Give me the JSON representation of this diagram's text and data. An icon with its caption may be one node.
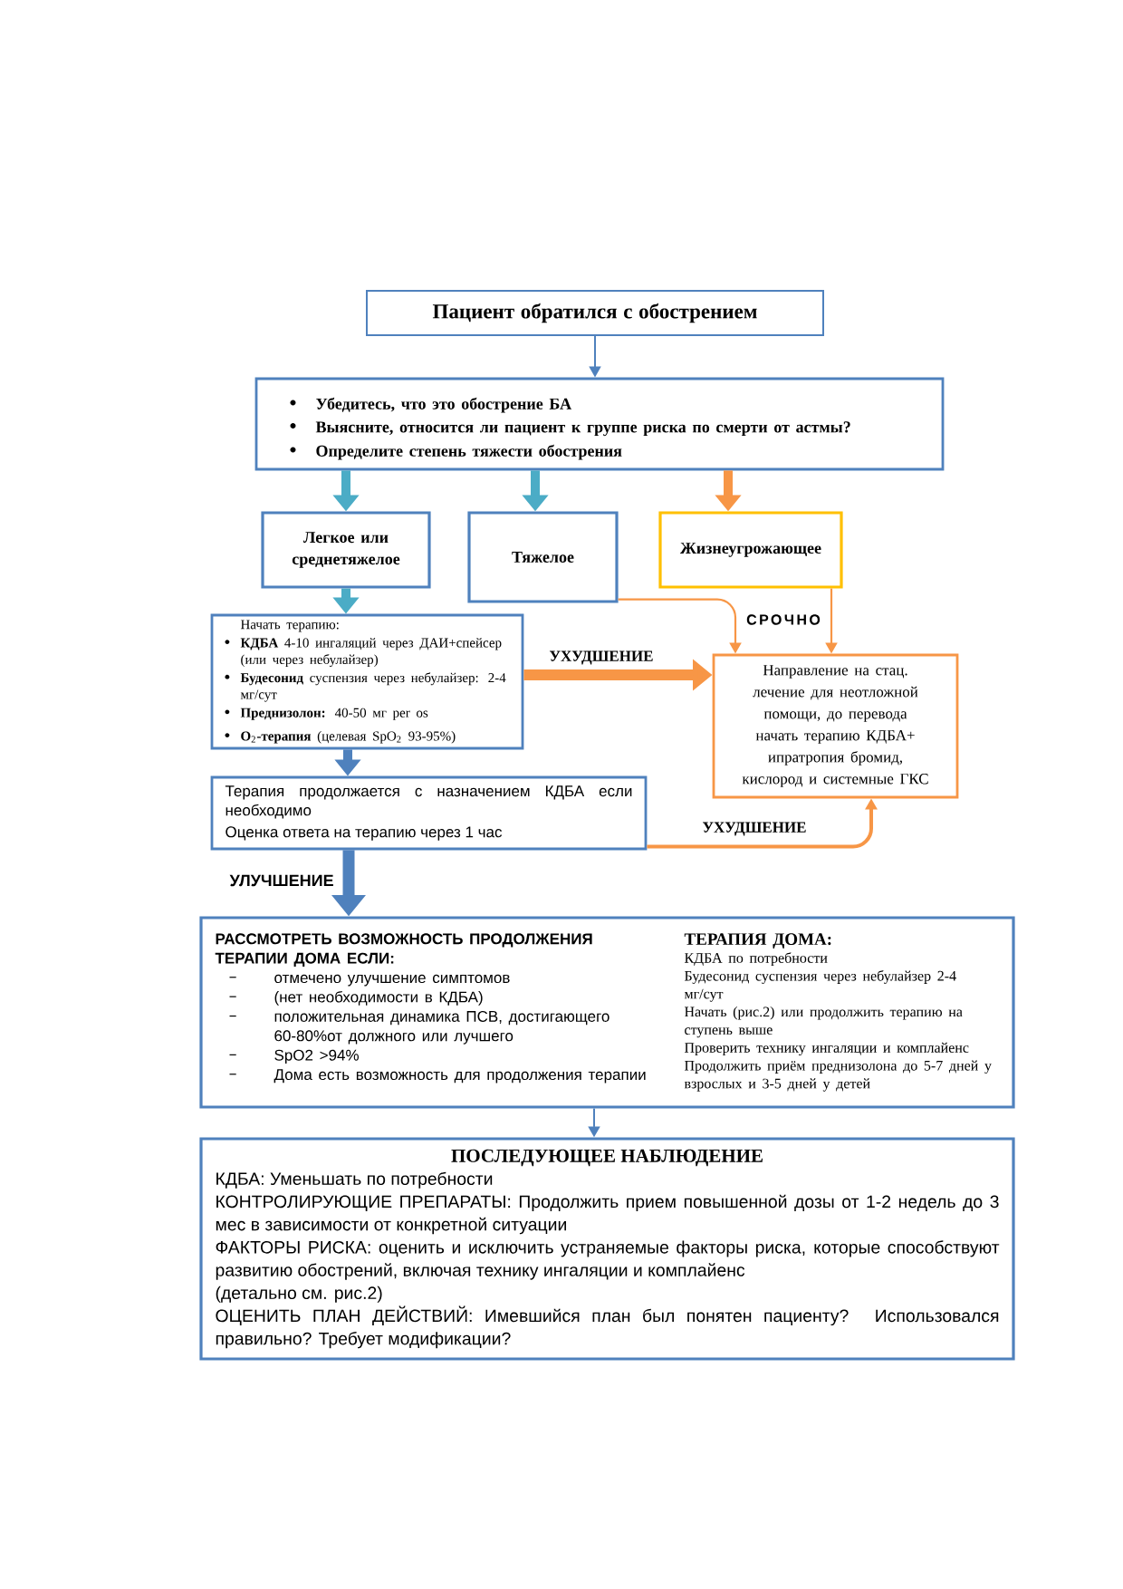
{
  "diagram": {
    "nodes": [
      {
        "text": [
          "Пациент обратился с обострением"
        ]
      },
      {
        "text": [
          "Убедитесь, что это обострение БА",
          "Выясните, относится ли пациент к группе риска по смерти от астмы?",
          "Определите степень тяжести обострения"
        ]
      },
      {
        "text": [
          "Легкое или среднетяжелое"
        ]
      },
      {
        "text": [
          "Тяжелое"
        ]
      },
      {
        "text": [
          "Жизнеугрожающее"
        ]
      },
      {
        "text": [
          "Начать терапию:",
          "**КДБА** 4-10 ингаляций через ДАИ+спейсер (или через небулайзер)",
          "**Будесонид** суспензия через небулайзер: 2-4 мг/сут",
          "**Преднизолон:** 40-50 мг per os",
          "**O**$_{2}$**-терапия** (целевая SpO$_{2}$ 93-95%)"
        ]
      },
      {
        "text": [
          "Направление на стац. лечение для неотложной помощи, до перевода начать терапию КДБА+ ипратропия бромид, кислород и системные ГКС"
        ]
      },
      {
        "text": [
          "Терапия продолжается с назначением КДБА если необходимо",
          "Оценка ответа на терапию через 1 час"
        ]
      },
      {
        "text": [
          "РАССМОТРЕТЬ ВОЗМОЖНОСТЬ ПРОДОЛЖЕНИЯ ТЕРАПИИ ДОМА ЕСЛИ:",
          "отмечено улучшение симптомов",
          "(нет необходимости в КДБА)",
          "положительная динамика ПСВ, достигающего 60-80%от должного или лучшего",
          "SpO2 >94%",
          "Дома есть возможность для продолжения терапии",
          "ТЕРАПИЯ ДОМА:",
          "КДБА по потребности",
          "Будесонид суспензия через небулайзер 2-4 мг/сут",
          "Начать (рис.2) или продолжить терапию на ступень выше",
          "Проверить технику ингаляции и комплайенс",
          "Продолжить приём преднизолона до 5-7 дней у взрослых и 3-5 дней у детей"
        ]
      },
      {
        "text": [
          "ПОСЛЕДУЮЩЕЕ НАБЛЮДЕНИЕ",
          "КДБА: Уменьшать по потребности",
          "КОНТРОЛИРУЮЩИЕ ПРЕПАРАТЫ: Продолжить прием повышенной дозы от 1-2 недель до 3 мес в зависимости от конкретной ситуации",
          "ФАКТОРЫ РИСКА: оценить и исключить устраняемые факторы риска, которые способствуют развитию обострений, включая технику ингаляции и комплайенс",
          "(детально см. рис.2)",
          "ОЦЕНИТЬ ПЛАН ДЕЙСТВИЙ: Имевшийся план был понятен пациенту? Использовался правильно? Требует модификации?"
        ]
      }
    ],
    "edges": [
      {
        "from": 0,
        "to": 1,
        "arrow": "to",
        "color": "#4f81bd"
      },
      {
        "from": 1,
        "to": 2,
        "arrow": "to",
        "color": "#4bacc6"
      },
      {
        "from": 1,
        "to": 3,
        "arrow": "to",
        "color": "#4bacc6"
      },
      {
        "from": 1,
        "to": 4,
        "arrow": "to"
      },
      {
        "from": 2,
        "to": 5,
        "arrow": "to",
        "color": "#4bacc6"
      },
      {
        "from": 3,
        "to": 6,
        "arrow": "to",
        "label": "СРОЧНО"
      },
      {
        "from": 4,
        "to": 6,
        "arrow": "to"
      },
      {
        "from": 5,
        "to": 6,
        "arrow": "to",
        "label": "УХУДШЕНИЕ"
      },
      {
        "from": 5,
        "to": 7,
        "arrow": "to",
        "color": "#4f81bd"
      },
      {
        "from": 7,
        "to": 6,
        "arrow": "to",
        "label": "УХУДШЕНИЕ"
      },
      {
        "from": 7,
        "to": 8,
        "arrow": "to",
        "color": "#4f81bd",
        "label": "УЛУЧШЕНИЕ"
      },
      {
        "from": 8,
        "to": 9,
        "arrow": "to",
        "color": "#4f81bd"
      }
    ]
  }
}
